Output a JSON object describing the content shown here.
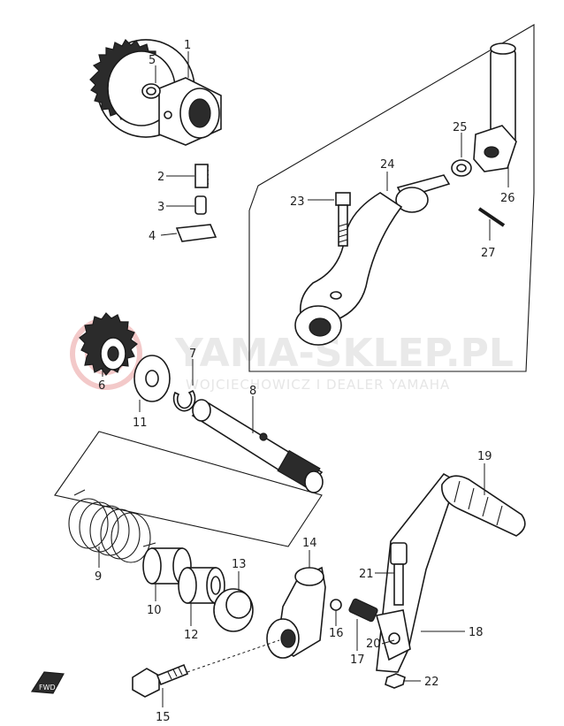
{
  "watermark": {
    "brand": "YAMA-SKLEP.PL",
    "subtitle": "WOJCIECHOWICZ I DEALER YAMAHA"
  },
  "part_numbers": {
    "p1": "1",
    "p2": "2",
    "p3": "3",
    "p4": "4",
    "p5": "5",
    "p6": "6",
    "p7": "7",
    "p8": "8",
    "p9": "9",
    "p10": "10",
    "p11": "11",
    "p12": "12",
    "p13": "13",
    "p14": "14",
    "p15": "15",
    "p16": "16",
    "p17": "17",
    "p18": "18",
    "p19": "19",
    "p20": "20",
    "p21": "21",
    "p22": "22",
    "p23": "23",
    "p24": "24",
    "p25": "25",
    "p26": "26",
    "p27": "27"
  },
  "direction_marker": "FWD"
}
